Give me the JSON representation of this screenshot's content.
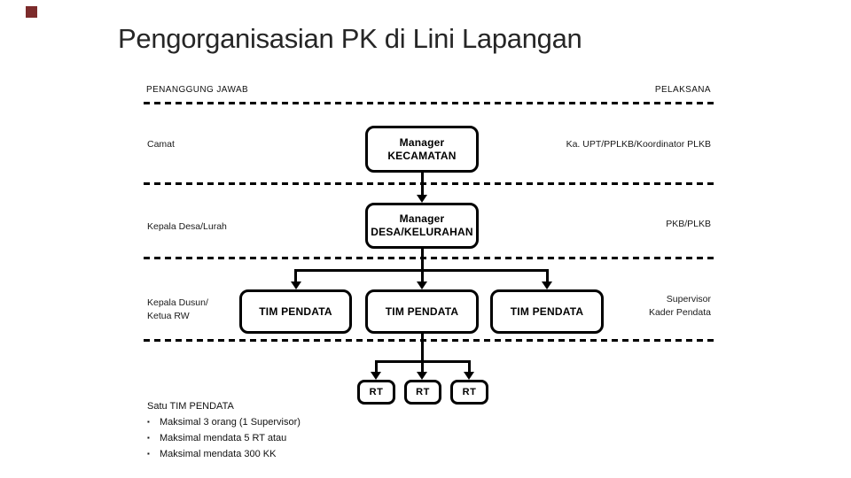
{
  "slide": {
    "title": "Pengorganisasian PK di Lini Lapangan",
    "accent_color": "#7c2b2b"
  },
  "header": {
    "left_label": "PENANGGUNG JAWAB",
    "right_label": "PELAKSANA"
  },
  "diagram": {
    "rows": [
      {
        "left": "Camat",
        "box_line1": "Manager",
        "box_line2": "KECAMATAN",
        "right": "Ka. UPT/PPLKB/Koordinator PLKB"
      },
      {
        "left": "Kepala Desa/Lurah",
        "box_line1": "Manager",
        "box_line2": "DESA/KELURAHAN",
        "right": "PKB/PLKB"
      },
      {
        "left_line1": "Kepala Dusun/",
        "left_line2": "Ketua RW",
        "right_line1": "Supervisor",
        "right_line2": "Kader Pendata"
      }
    ],
    "tim_boxes": [
      "TIM PENDATA",
      "TIM PENDATA",
      "TIM PENDATA"
    ],
    "rt_boxes": [
      "RT",
      "RT",
      "RT"
    ]
  },
  "notes": {
    "heading": "Satu TIM PENDATA",
    "bullet_glyph": "▪",
    "items": [
      "Maksimal 3 orang (1 Supervisor)",
      "Maksimal mendata 5 RT atau",
      "Maksimal mendata 300 KK"
    ]
  }
}
